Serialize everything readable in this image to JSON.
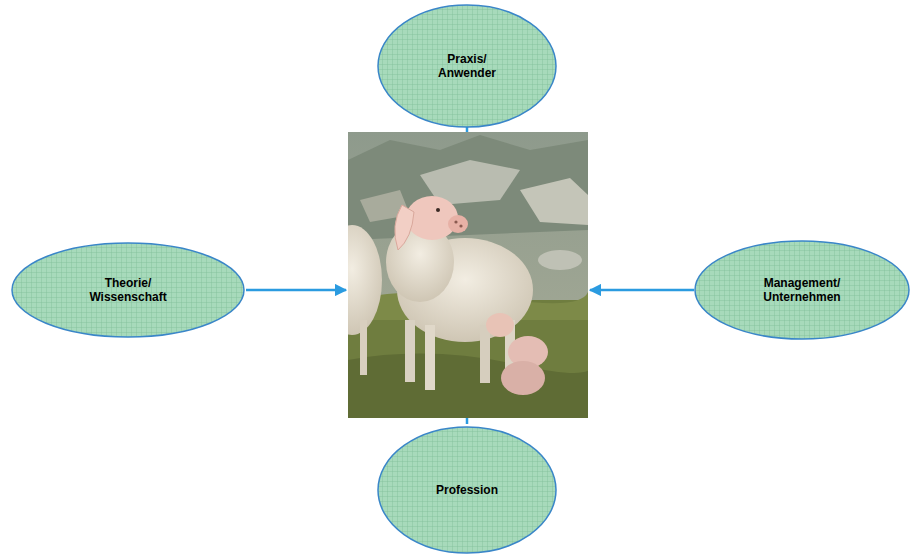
{
  "diagram": {
    "nodes": [
      {
        "text": [
          "Praxis/ Anwender"
        ]
      },
      {
        "text": [
          "Theorie/ Wissenschaft"
        ]
      },
      {
        "text": [
          "Management/ Unternehmen"
        ]
      },
      {
        "text": [
          "Profession"
        ]
      }
    ]
  }
}
